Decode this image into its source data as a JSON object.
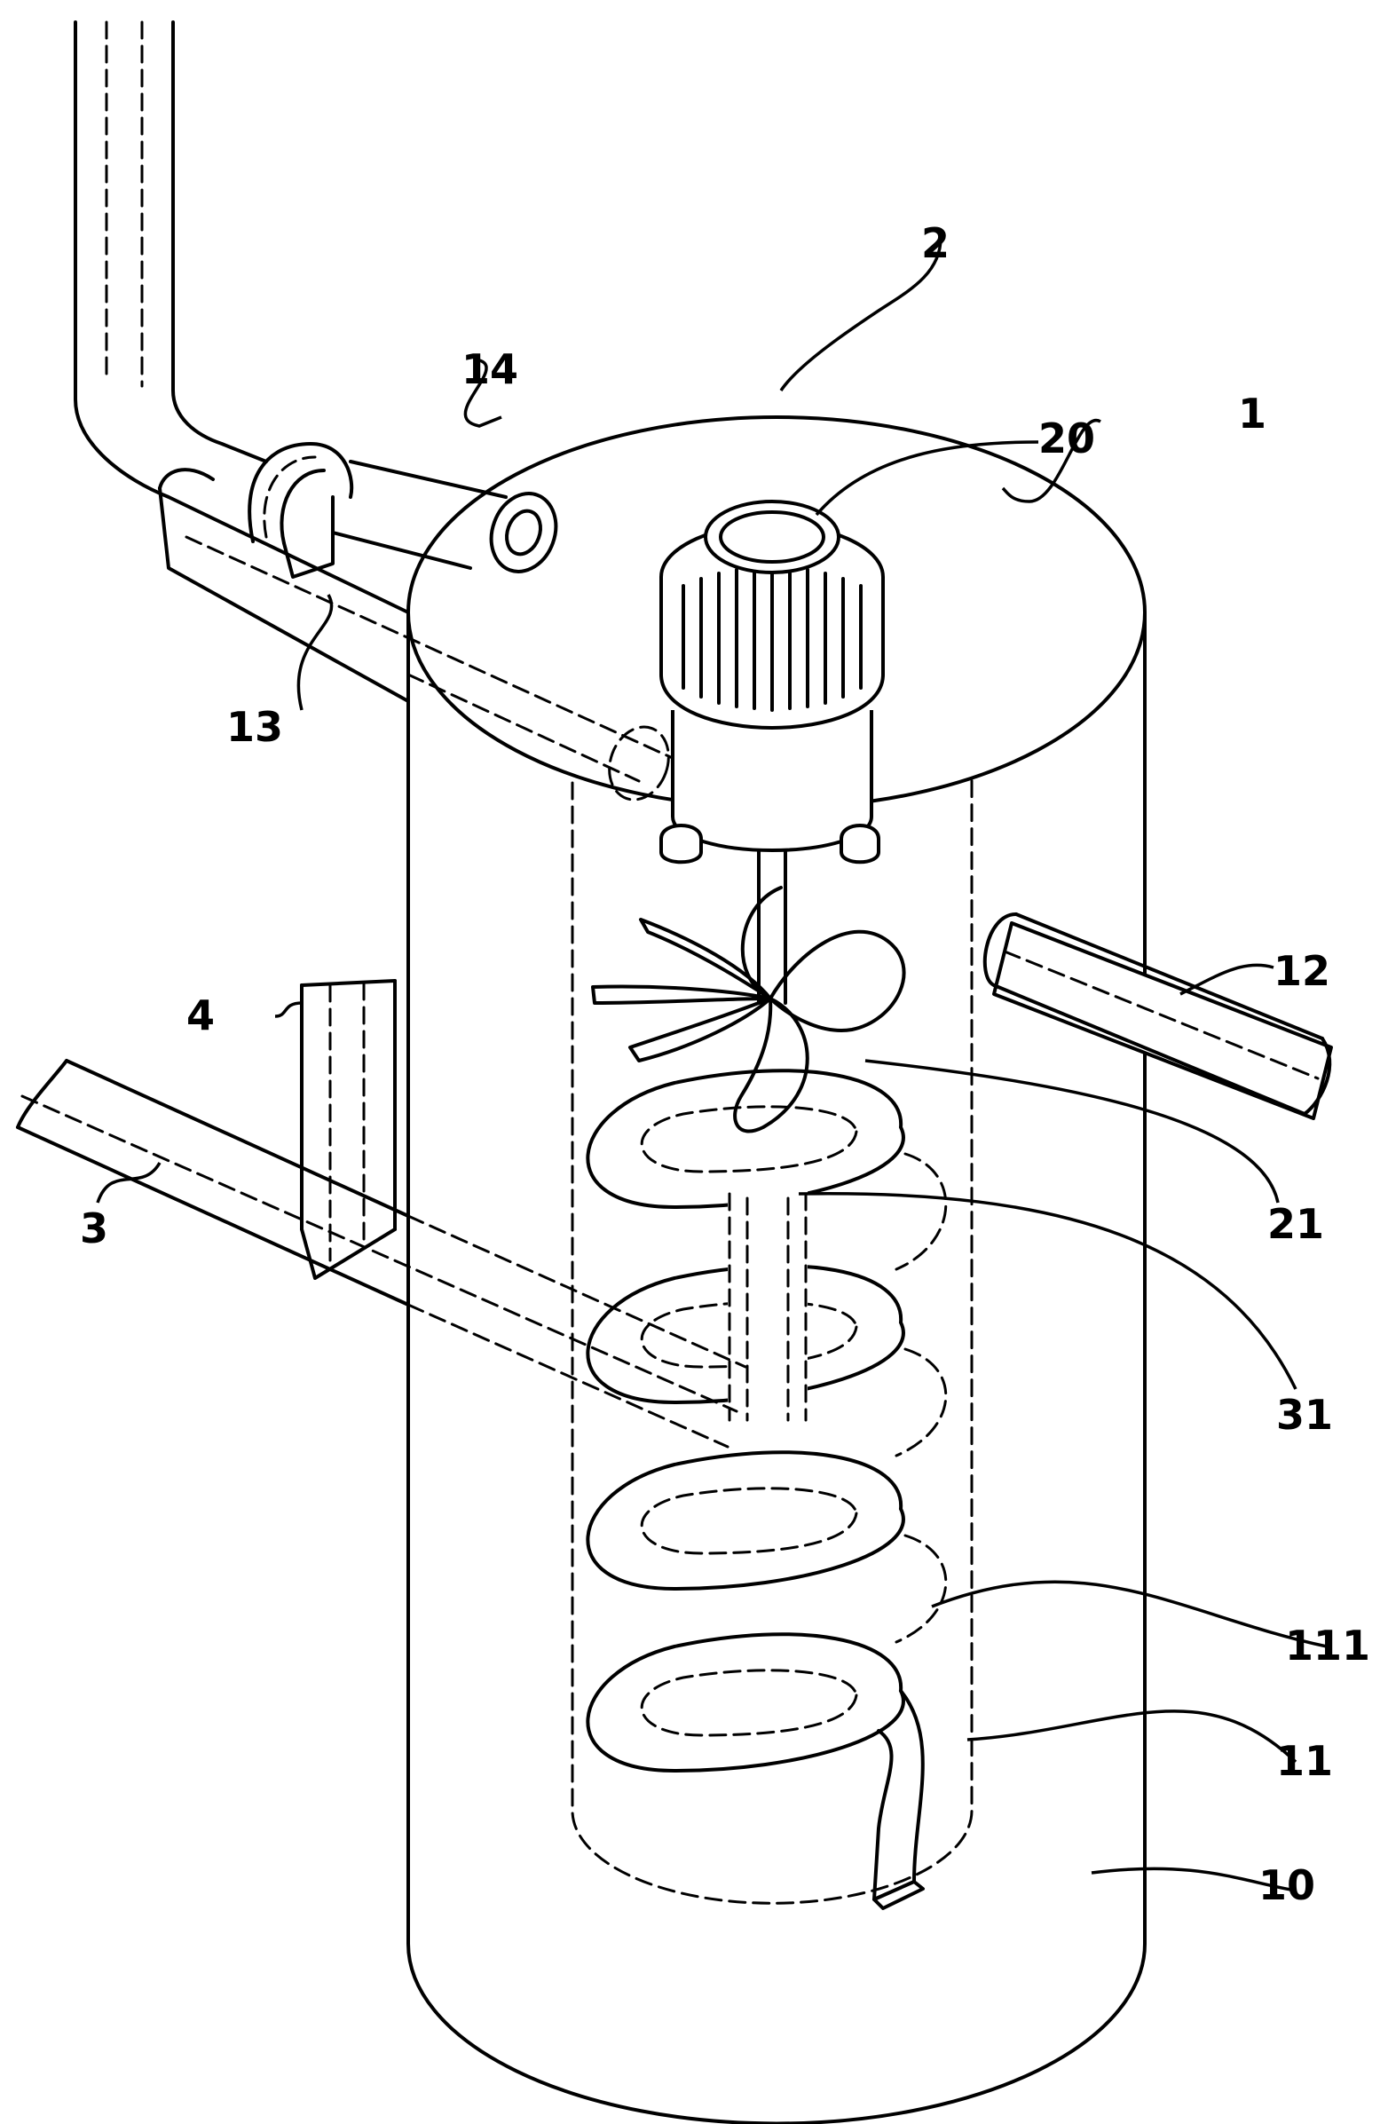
{
  "figure": {
    "labels": [
      {
        "id": "tank",
        "text": "1"
      },
      {
        "id": "motor-assembly",
        "text": "2"
      },
      {
        "id": "water-outlet-pipe",
        "text": "3"
      },
      {
        "id": "vertical-pipe",
        "text": "4"
      },
      {
        "id": "tank-body",
        "text": "10"
      },
      {
        "id": "inner-cylinder",
        "text": "11"
      },
      {
        "id": "helical-coil",
        "text": "111"
      },
      {
        "id": "side-inlet-pipe",
        "text": "12"
      },
      {
        "id": "upper-pipe",
        "text": "13"
      },
      {
        "id": "pipe-bend",
        "text": "14"
      },
      {
        "id": "motor",
        "text": "20"
      },
      {
        "id": "impeller",
        "text": "21"
      },
      {
        "id": "inner-pipe",
        "text": "31"
      }
    ]
  }
}
